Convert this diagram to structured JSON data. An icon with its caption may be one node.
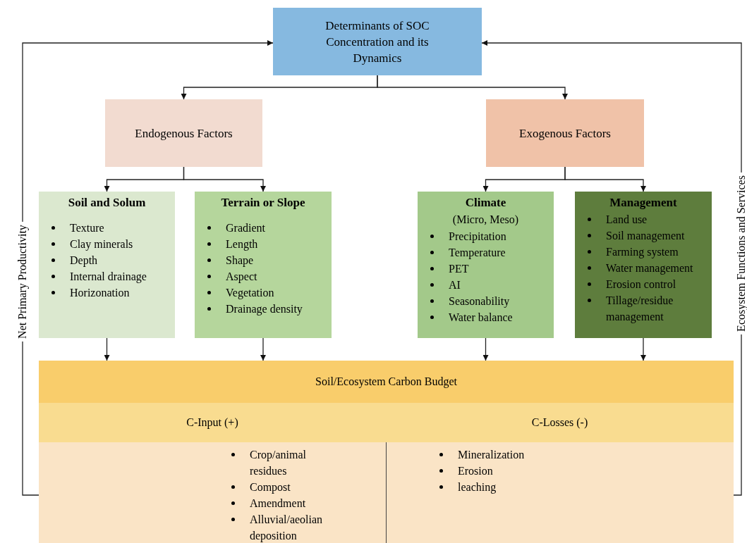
{
  "diagram": {
    "nodes": [
      {
        "text": [
          "Determinants of SOC Concentration and its Dynamics"
        ]
      },
      {
        "text": [
          "Endogenous Factors"
        ]
      },
      {
        "text": [
          "Exogenous Factors"
        ]
      },
      {
        "text": [
          "Soil and Solum",
          "Texture",
          "Clay minerals",
          "Depth",
          "Internal drainage",
          "Horizonation"
        ]
      },
      {
        "text": [
          "Terrain or Slope",
          "Gradient",
          "Length",
          "Shape",
          "Aspect",
          "Vegetation",
          "Drainage density"
        ]
      },
      {
        "text": [
          "Climate",
          "(Micro, Meso)",
          "Precipitation",
          "Temperature",
          "PET",
          "AI",
          "Seasonability",
          "Water balance"
        ]
      },
      {
        "text": [
          "Management",
          "Land use",
          "Soil management",
          "Farming system",
          "Water management",
          "Erosion control",
          "Tillage/residue management"
        ]
      },
      {
        "text": [
          "Soil/Ecosystem Carbon Budget"
        ]
      },
      {
        "text": [
          "C-Input (+)",
          "Crop/animal residues",
          "Compost",
          "Amendment",
          "Alluvial/aeolian deposition"
        ],
        "in": 7
      },
      {
        "text": [
          "C-Losses (-)",
          "Mineralization",
          "Erosion",
          "leaching"
        ],
        "in": 7
      }
    ],
    "edges": [
      {
        "from": 0,
        "to": 1,
        "arrow": "to"
      },
      {
        "from": 0,
        "to": 2,
        "arrow": "to"
      },
      {
        "from": 1,
        "to": 3,
        "arrow": "to"
      },
      {
        "from": 1,
        "to": 4,
        "arrow": "to"
      },
      {
        "from": 2,
        "to": 5,
        "arrow": "to"
      },
      {
        "from": 2,
        "to": 6,
        "arrow": "to"
      },
      {
        "from": 3,
        "to": 7,
        "arrow": "to"
      },
      {
        "from": 4,
        "to": 7,
        "arrow": "to"
      },
      {
        "from": 5,
        "to": 7,
        "arrow": "to"
      },
      {
        "from": 6,
        "to": 7,
        "arrow": "to"
      },
      {
        "from": 7,
        "to": 0,
        "arrow": "to",
        "label": "Net Primary Productivity"
      },
      {
        "from": 7,
        "to": 0,
        "arrow": "to",
        "label": "Ecosystem Functions and Services"
      }
    ]
  }
}
